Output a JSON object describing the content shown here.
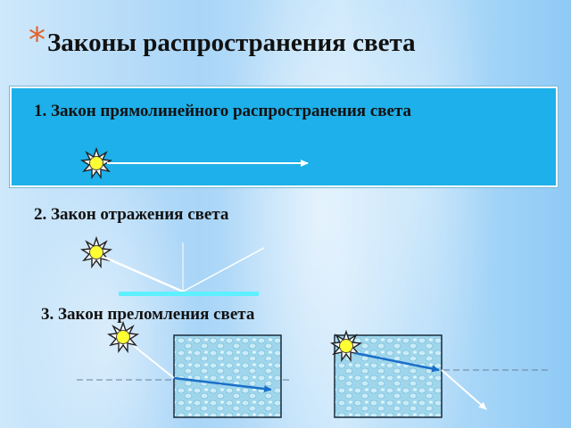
{
  "slide": {
    "bullet": "*",
    "title": "Законы распространения света"
  },
  "laws": [
    {
      "label": "1. Закон прямолинейного распространения света"
    },
    {
      "label": "2. Закон отражения света"
    },
    {
      "label": "3. Закон преломления света"
    }
  ],
  "colors": {
    "panel": "#1eb0ea",
    "mirror": "#5ff0ff",
    "ray_blue": "#1a6fc9",
    "sun_yellow": "#ffff33",
    "bullet": "#e0622a"
  },
  "icons": [
    "sun-icon",
    "arrow-ray",
    "water-block"
  ]
}
